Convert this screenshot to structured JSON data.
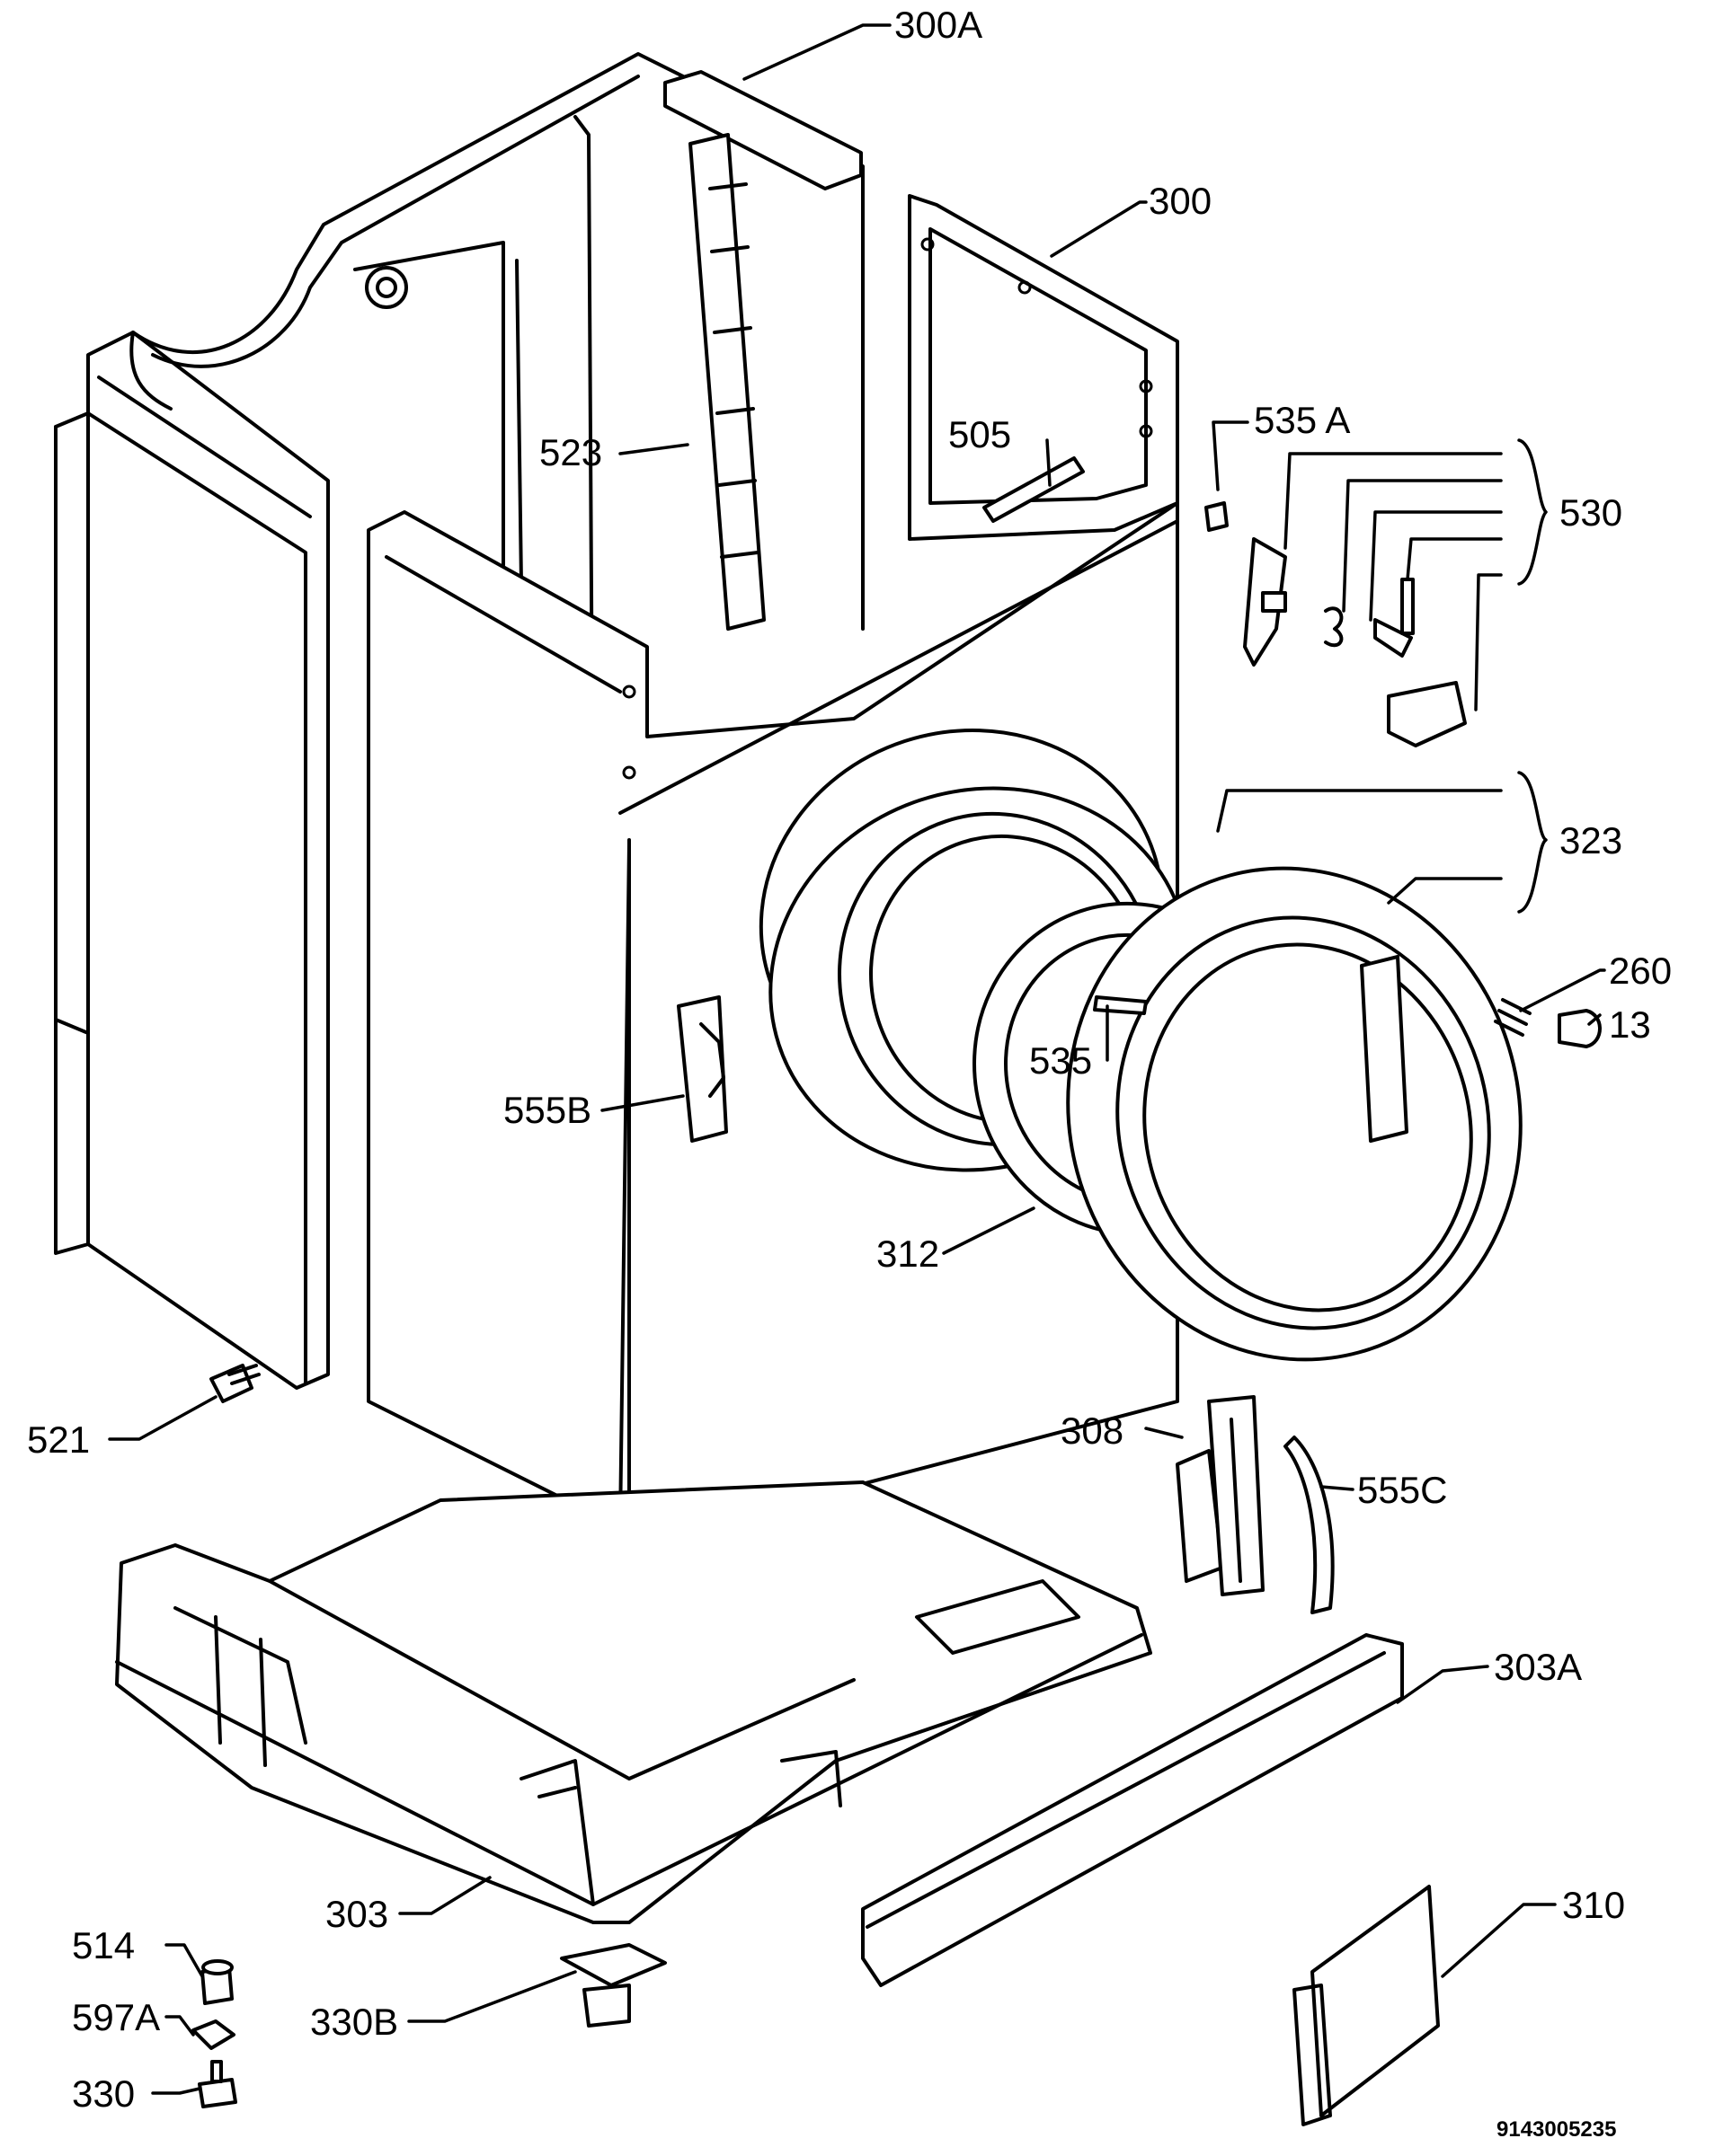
{
  "callouts": {
    "c300A": "300A",
    "c300": "300",
    "c523": "523",
    "c505": "505",
    "c535A": "535 A",
    "c530": "530",
    "c323": "323",
    "c260": "260",
    "c13": "13",
    "c535": "535",
    "c555B": "555B",
    "c312": "312",
    "c521": "521",
    "c308": "308",
    "c555C": "555C",
    "c303A": "303A",
    "c310": "310",
    "c514": "514",
    "c303": "303",
    "c597A": "597A",
    "c330B": "330B",
    "c330": "330"
  },
  "document_number": "9143005235"
}
